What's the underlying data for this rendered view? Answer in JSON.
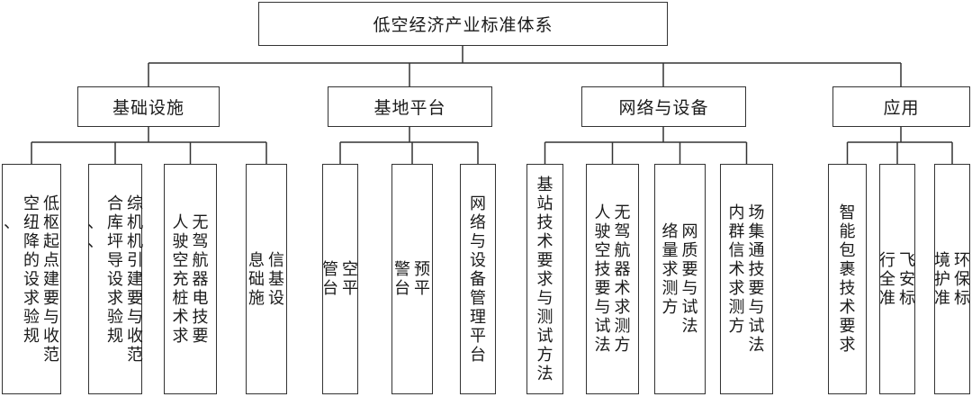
{
  "root": {
    "label": "低空经济产业标准体系"
  },
  "categories": [
    {
      "label": "基础设施",
      "children": [
        {
          "columns": [
            "低空",
            "枢纽、",
            "起降",
            "点的",
            "建设",
            "要求",
            "与验",
            "收规",
            "范"
          ]
        },
        {
          "columns": [
            "综合",
            "机库、",
            "机坪、",
            "引导",
            "建设",
            "要求",
            "与验",
            "收规",
            "范"
          ]
        },
        {
          "columns": [
            "无人",
            "驾驶",
            "航空",
            "器充",
            "电桩",
            "技术",
            "要求"
          ]
        },
        {
          "columns": [
            "信息",
            "基础",
            "设施"
          ]
        }
      ]
    },
    {
      "label": "基地平台",
      "children": [
        {
          "columns": [
            "空管",
            "平台"
          ]
        },
        {
          "columns": [
            "预警",
            "平台"
          ]
        },
        {
          "columns": [
            "网络与设备管理平台"
          ]
        }
      ]
    },
    {
      "label": "网络与设备",
      "children": [
        {
          "columns": [
            "基站技术要求与测试方法"
          ]
        },
        {
          "columns": [
            "无人",
            "驾驶",
            "航空",
            "器技",
            "术要",
            "求与",
            "测试",
            "方法"
          ]
        },
        {
          "columns": [
            "网络",
            "质量",
            "要求",
            "与测",
            "试方",
            "法"
          ]
        },
        {
          "columns": [
            "场内",
            "集群",
            "通信",
            "技术",
            "要求",
            "与测",
            "试方",
            "法"
          ]
        }
      ]
    },
    {
      "label": "应用",
      "children": [
        {
          "columns": [
            "智能包裹技术要求"
          ]
        },
        {
          "columns": [
            "飞行",
            "安全",
            "标准"
          ]
        },
        {
          "columns": [
            "环境",
            "保护",
            "标准"
          ]
        }
      ]
    }
  ]
}
